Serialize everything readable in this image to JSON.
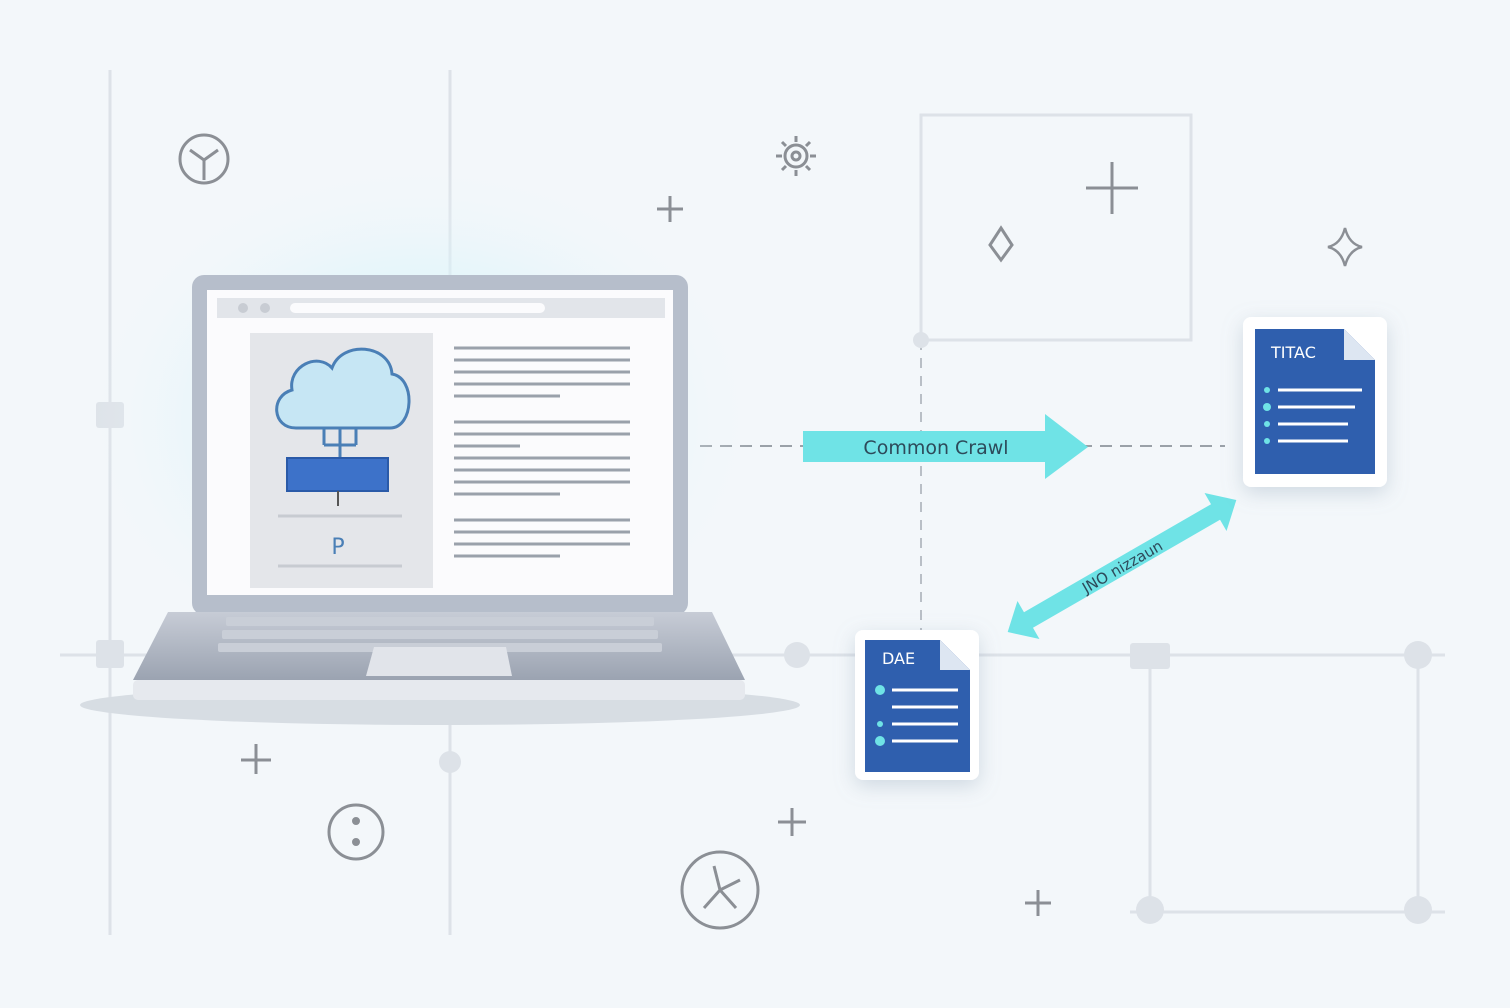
{
  "arrow_main": {
    "label": "Common Crawl"
  },
  "arrow_diag": {
    "label": "JNO nizzaun"
  },
  "doc_right": {
    "title": "TITAC"
  },
  "doc_bottom": {
    "title": "DAE"
  },
  "laptop": {
    "screen_letter": "P"
  },
  "colors": {
    "background": "#f3f7fa",
    "accent_cyan": "#6fe3e6",
    "doc_blue": "#2f5fae",
    "cloud_fill": "#c6e6f4",
    "cloud_stroke": "#4a7fb6",
    "line_gray": "#d8dde3",
    "icon_gray": "#8b8f95"
  }
}
